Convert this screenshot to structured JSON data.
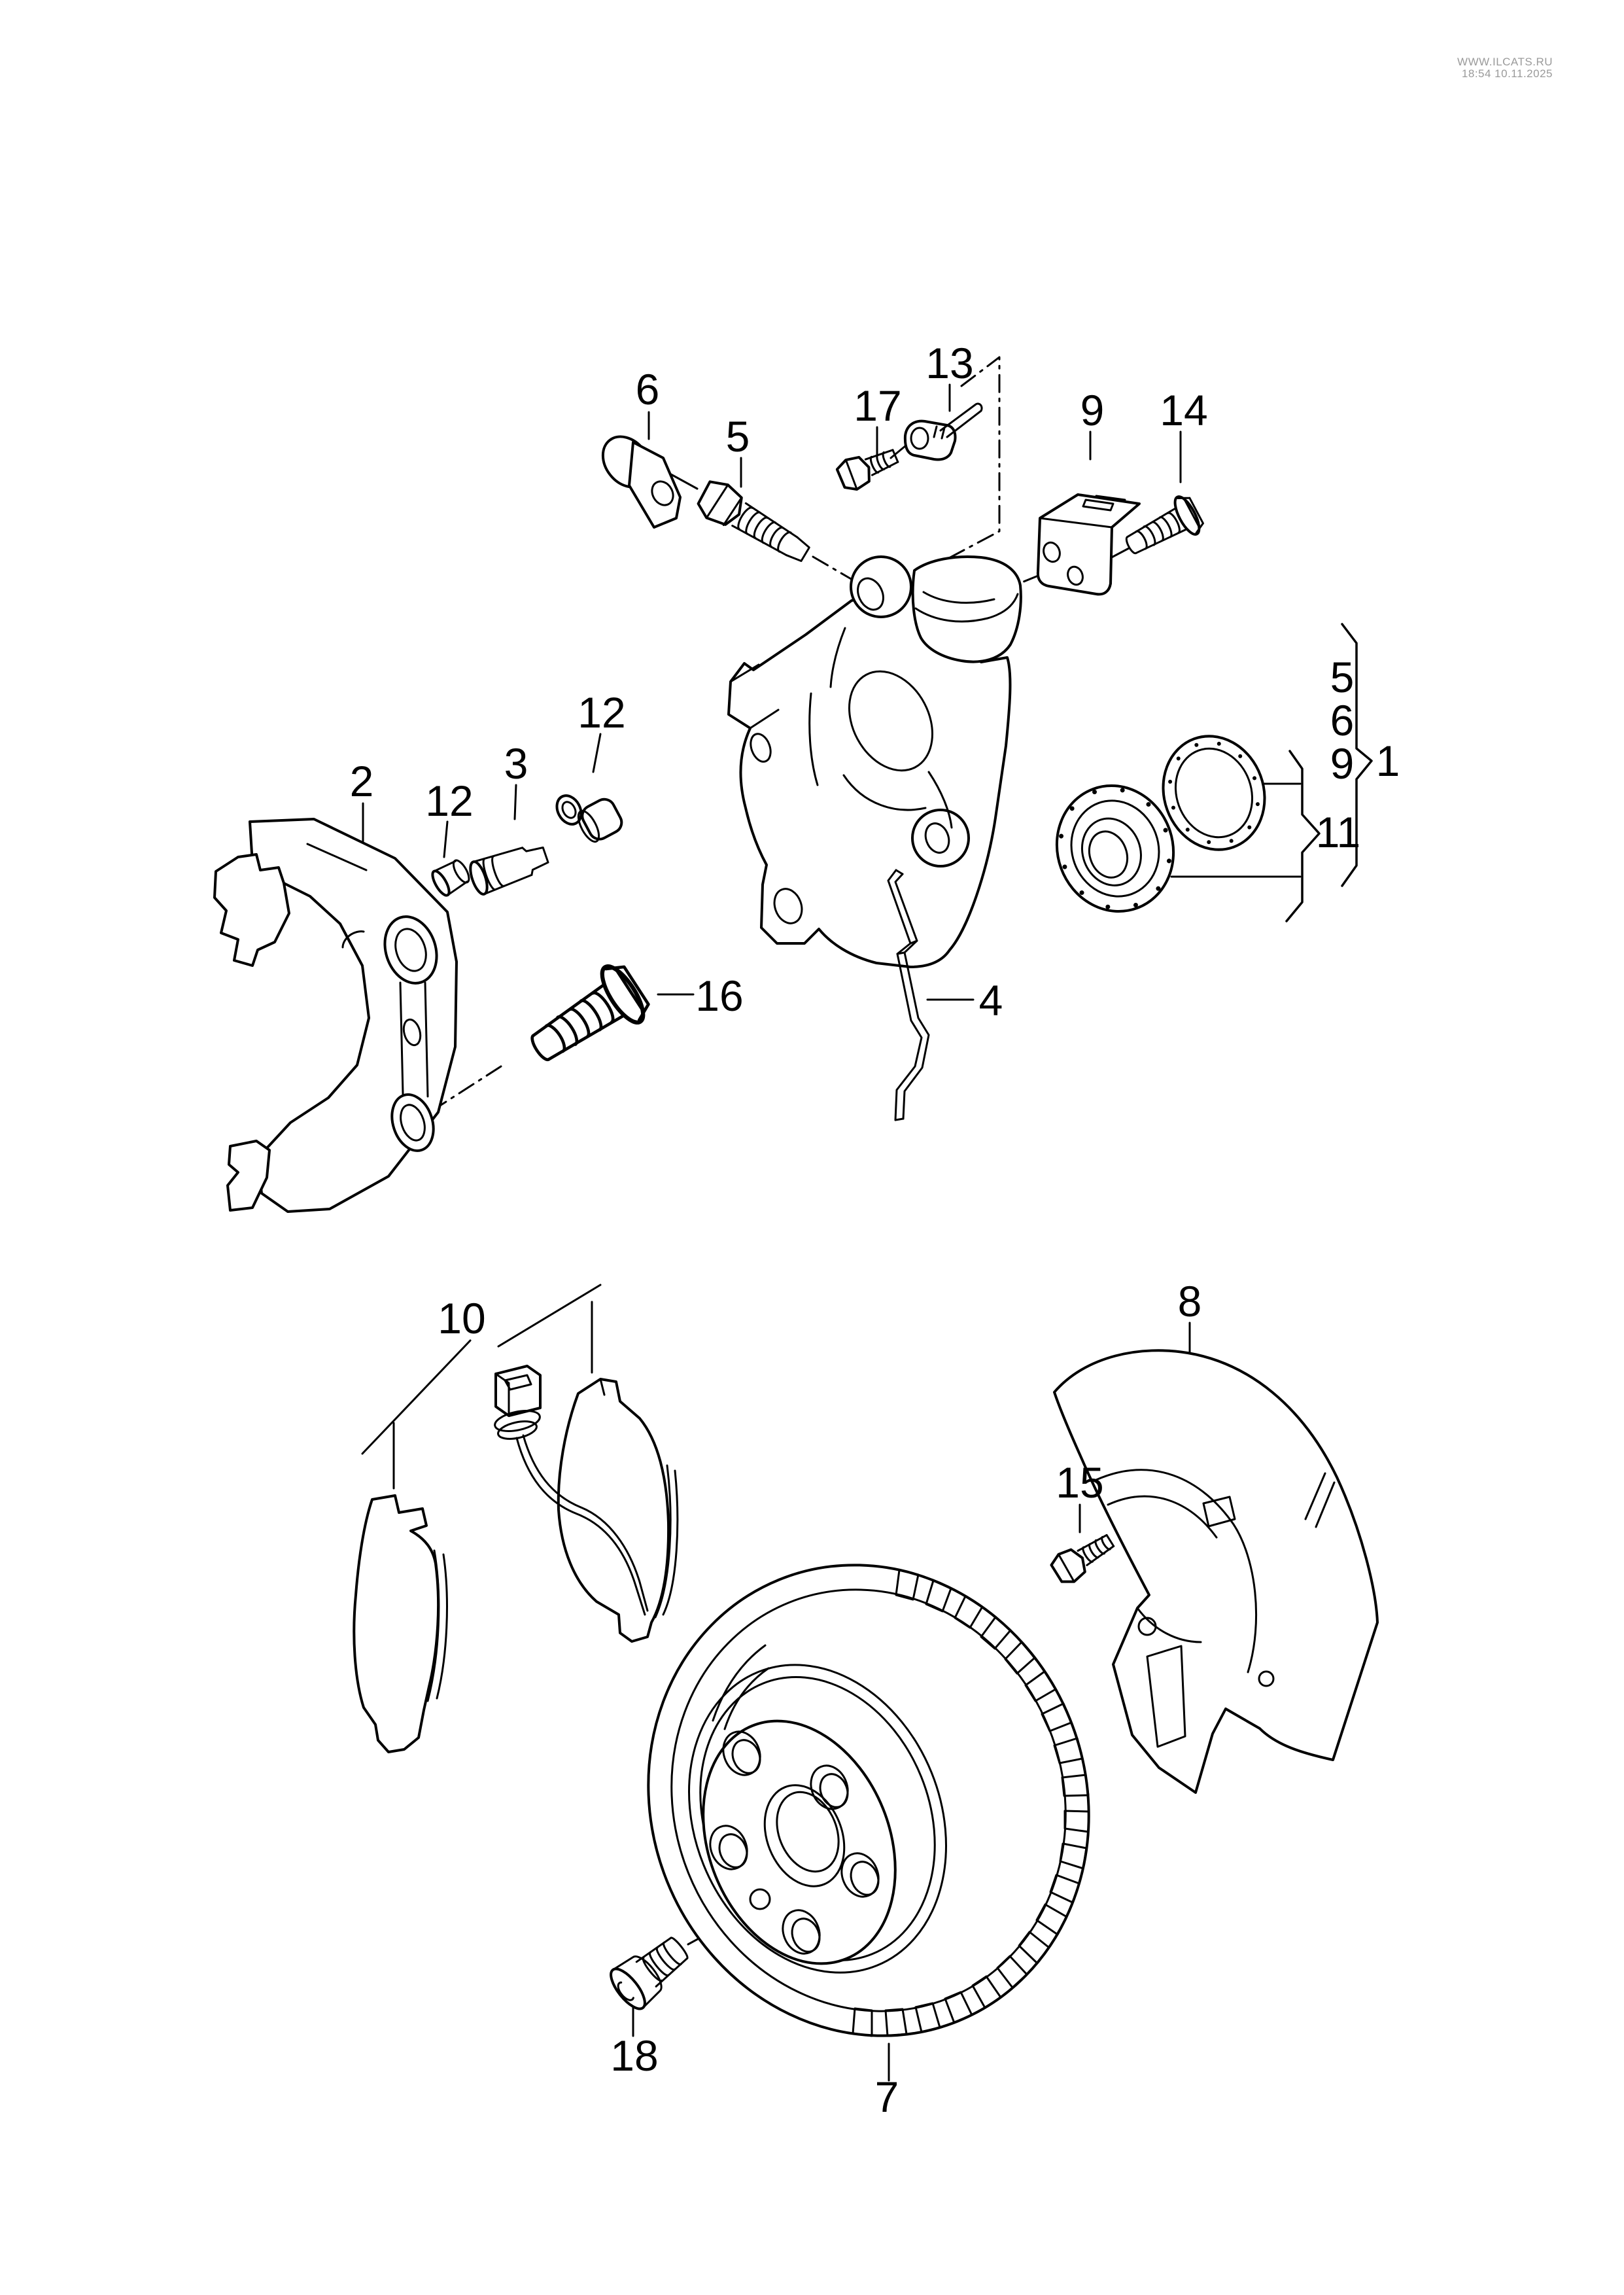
{
  "watermark": {
    "site": "WWW.ILCATS.RU",
    "timestamp": "18:54 10.11.2025"
  },
  "callouts": {
    "cap_plug": "6",
    "bleeder_valve": "5",
    "retainer_bolt": "17",
    "retainer": "13",
    "bracket": "9",
    "bracket_bolt": "14",
    "carrier": "2",
    "bushing": "12",
    "guide_pin": "3",
    "pin_cap": "12",
    "carrier_bolt": "16",
    "spring_clip": "4",
    "pad_set": "10",
    "splash_shield": "8",
    "shield_bolt": "15",
    "brake_disc": "7",
    "disc_screw": "18",
    "group": {
      "item5": "5",
      "item6": "6",
      "item9": "9",
      "assembly": "1",
      "piston_kit": "11"
    }
  }
}
